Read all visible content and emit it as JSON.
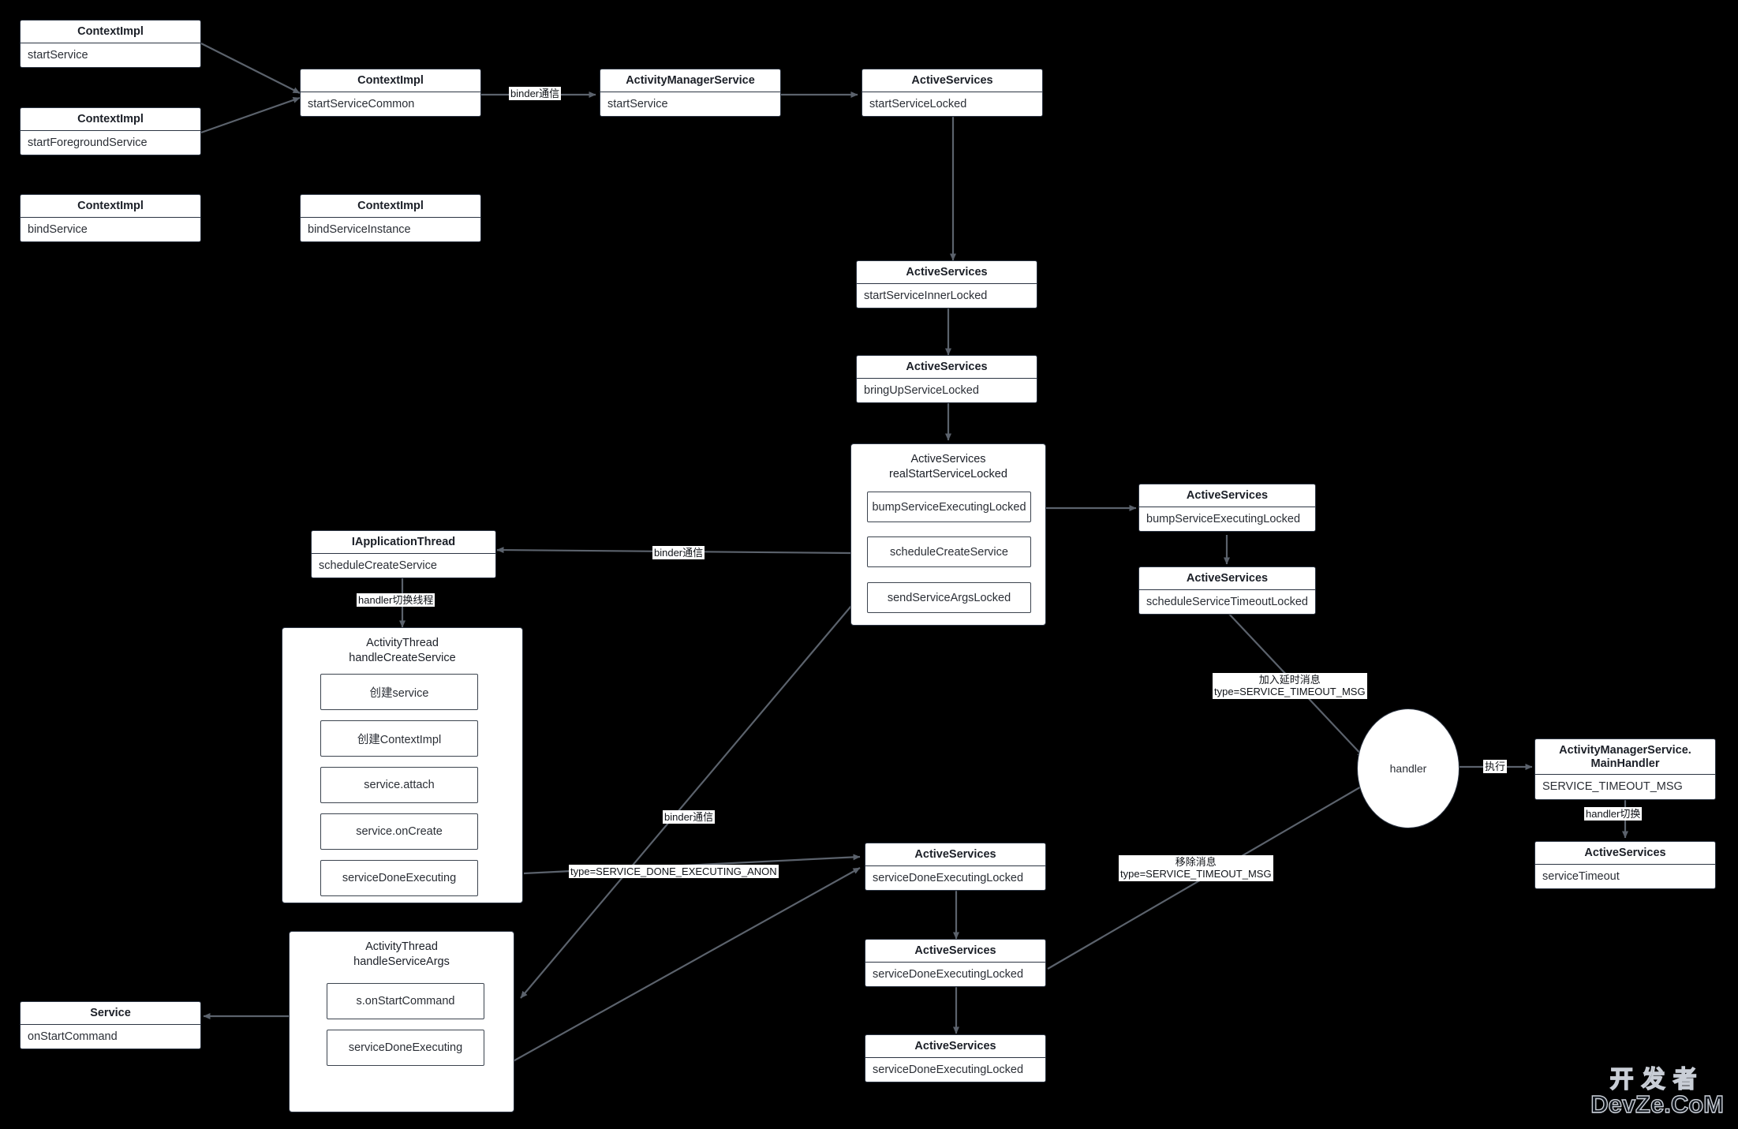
{
  "diagram": {
    "title": "Android Service startService / bindService flow",
    "background": "#000000",
    "box_fill": "#ffffff",
    "box_stroke": "#2b3442",
    "edge_color": "#555c66",
    "text_color": "#1b1f27"
  },
  "nodes": {
    "context_start_service": {
      "title": "ContextImpl",
      "body": "startService"
    },
    "context_start_fg_service": {
      "title": "ContextImpl",
      "body": "startForegroundService"
    },
    "context_bind_service": {
      "title": "ContextImpl",
      "body": "bindService"
    },
    "context_start_service_common": {
      "title": "ContextImpl",
      "body": "startServiceCommon"
    },
    "context_bind_service_instance": {
      "title": "ContextImpl",
      "body": "bindServiceInstance"
    },
    "ams_start_service": {
      "title": "ActivityManagerService",
      "body": "startService"
    },
    "as_start_service_locked": {
      "title": "ActiveServices",
      "body": "startServiceLocked"
    },
    "as_start_service_inner": {
      "title": "ActiveServices",
      "body": "startServiceInnerLocked"
    },
    "as_bring_up_service": {
      "title": "ActiveServices",
      "body": "bringUpServiceLocked"
    },
    "as_real_start_service": {
      "title": "ActiveServices\nrealStartServiceLocked",
      "items": [
        "bumpServiceExecutingLocked",
        "scheduleCreateService",
        "sendServiceArgsLocked"
      ]
    },
    "as_bump_service_exec": {
      "title": "ActiveServices",
      "body": "bumpServiceExecutingLocked"
    },
    "as_schedule_timeout": {
      "title": "ActiveServices",
      "body": "scheduleServiceTimeoutLocked"
    },
    "iapp_thread": {
      "title": "IApplicationThread",
      "body": "scheduleCreateService"
    },
    "at_handle_create_service": {
      "title": "ActivityThread\nhandleCreateService",
      "items": [
        "创建service",
        "创建ContextImpl",
        "service.attach",
        "service.onCreate",
        "serviceDoneExecuting"
      ]
    },
    "at_handle_service_args": {
      "title": "ActivityThread\nhandleServiceArgs",
      "items": [
        "s.onStartCommand",
        "serviceDoneExecuting"
      ]
    },
    "service_on_start_command": {
      "title": "Service",
      "body": "onStartCommand"
    },
    "handler_node": {
      "label": "handler"
    },
    "ams_main_handler": {
      "title": "ActivityManagerService.\nMainHandler",
      "body": "SERVICE_TIMEOUT_MSG"
    },
    "as_service_timeout": {
      "title": "ActiveServices",
      "body": "serviceTimeout"
    },
    "as_done_exec_locked_1": {
      "title": "ActiveServices",
      "body": "serviceDoneExecutingLocked"
    },
    "as_done_exec_locked_2": {
      "title": "ActiveServices",
      "body": "serviceDoneExecutingLocked"
    },
    "as_done_exec_locked_3": {
      "title": "ActiveServices",
      "body": "serviceDoneExecutingLocked"
    }
  },
  "edge_labels": {
    "binder_top": "binder通信",
    "binder_create": "binder通信",
    "binder_done": "binder通信",
    "handler_switch_line": "handler切换线程",
    "done_executing_anon": "type=SERVICE_DONE_EXECUTING_ANON",
    "add_delay_msg": "加入延时消息\ntype=SERVICE_TIMEOUT_MSG",
    "remove_msg": "移除消息\ntype=SERVICE_TIMEOUT_MSG",
    "execute": "执行",
    "handler_switch": "handler切换"
  },
  "watermark": {
    "cn": "开发者",
    "en": "DevZe.CoM"
  }
}
